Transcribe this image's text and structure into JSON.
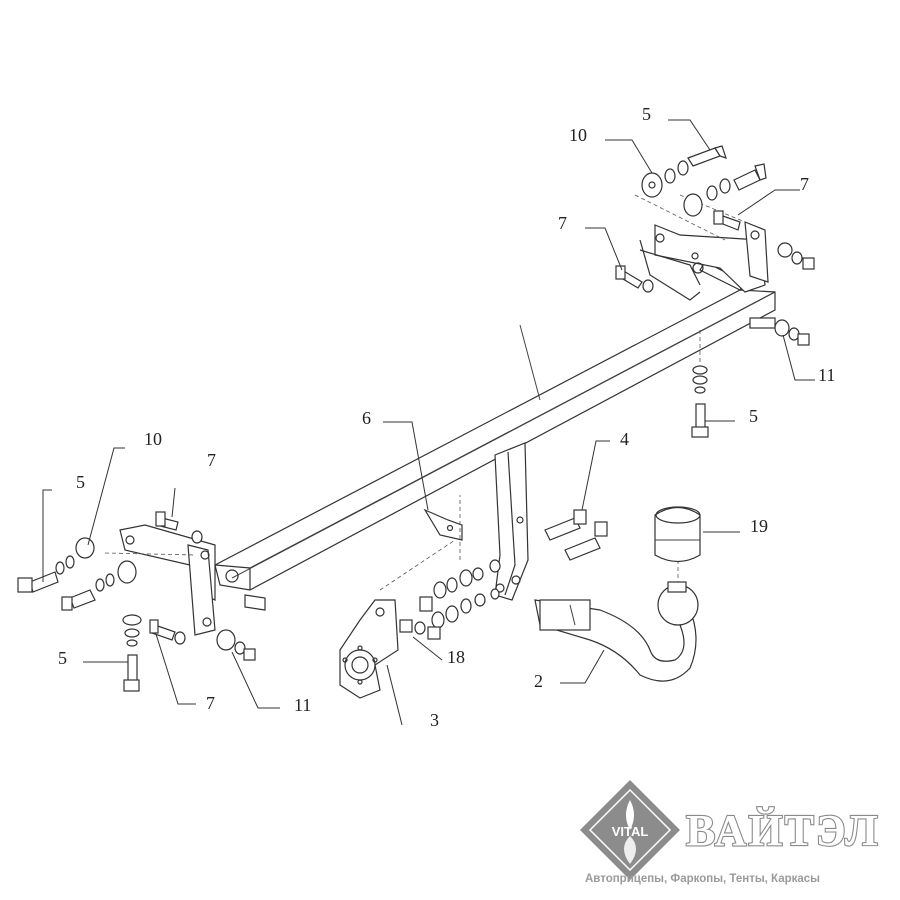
{
  "diagram": {
    "callouts": [
      {
        "id": "c5a",
        "text": "5"
      },
      {
        "id": "c10a",
        "text": "10"
      },
      {
        "id": "c7a",
        "text": "7"
      },
      {
        "id": "c7b",
        "text": "7"
      },
      {
        "id": "c11a",
        "text": "11"
      },
      {
        "id": "c5b",
        "text": "5"
      },
      {
        "id": "c6",
        "text": "6"
      },
      {
        "id": "c4",
        "text": "4"
      },
      {
        "id": "c19",
        "text": "19"
      },
      {
        "id": "c2",
        "text": "2"
      },
      {
        "id": "c18",
        "text": "18"
      },
      {
        "id": "c3",
        "text": "3"
      },
      {
        "id": "c5c",
        "text": "5"
      },
      {
        "id": "c10b",
        "text": "10"
      },
      {
        "id": "c7c",
        "text": "7"
      },
      {
        "id": "c7d",
        "text": "7"
      },
      {
        "id": "c11b",
        "text": "11"
      },
      {
        "id": "c5d",
        "text": "5"
      }
    ]
  },
  "logo": {
    "badge_text": "VITAL",
    "brand_name": "ВАЙТЭЛ",
    "tagline": "Автоприцепы, Фаркопы, Тенты, Каркасы",
    "colors": {
      "badge": "#8c8c8c",
      "brand_outline": "#8a8a8a",
      "tagline": "#9a9a9a"
    }
  }
}
